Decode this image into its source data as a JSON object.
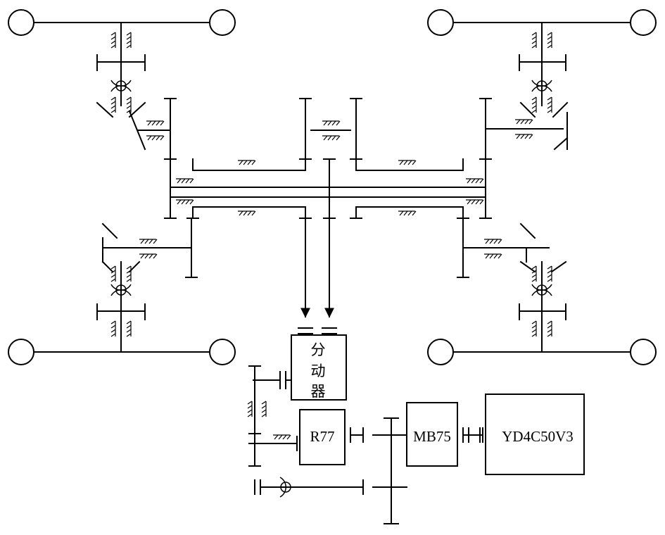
{
  "labels": {
    "transfer_case": [
      "分",
      "动",
      "器"
    ],
    "reducer": "R77",
    "gearbox": "MB75",
    "engine": "YD4C50V3"
  }
}
